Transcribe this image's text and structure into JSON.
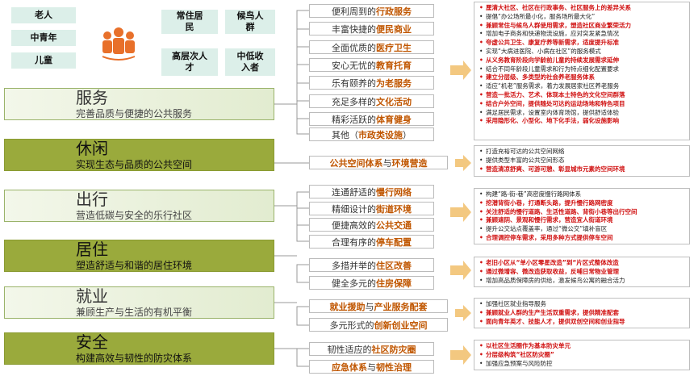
{
  "colors": {
    "accent": "#c05600",
    "red": "#d01010",
    "green_light": "#e7efd8",
    "green_dark": "#9aaa3c",
    "pop_bg": "#dcefe9",
    "icon": "#e8702a"
  },
  "populations_left": [
    "老人",
    "中青年",
    "儿童"
  ],
  "populations_right": [
    "常住居民",
    "候鸟人群",
    "高层次人才",
    "中低收入者"
  ],
  "categories": [
    {
      "title": "服务",
      "subtitle": "完善品质与便捷的公共服务",
      "items": [
        {
          "pre": "便利周到的",
          "hl": "行政服务",
          "post": ""
        },
        {
          "pre": "丰富快捷的",
          "hl": "便民商业",
          "post": ""
        },
        {
          "pre": "全面优质的",
          "hl": "医疗卫生",
          "post": ""
        },
        {
          "pre": "安心无忧的",
          "hl": "教育托育",
          "post": ""
        },
        {
          "pre": "乐有颐养的",
          "hl": "为老服务",
          "post": ""
        },
        {
          "pre": "充足多样的",
          "hl": "文化活动",
          "post": ""
        },
        {
          "pre": "精彩活跃的",
          "hl": "体育健身",
          "post": ""
        },
        {
          "pre": "其他（",
          "hl": "市政类设施",
          "post": "）"
        }
      ],
      "notes": [
        {
          "red": true,
          "text": "厘清大社区、社区在行政事务、社区服务上的差异关系"
        },
        {
          "red": false,
          "text": "提倡“办公场所最小化，服务场所最大化”"
        },
        {
          "red": true,
          "text": "兼顾常住与候鸟人群使用需求，塑造社区商业繁荣活力"
        },
        {
          "red": false,
          "text": "增加电子商务和快递物流设施，应对突发紧急情况"
        },
        {
          "red": true,
          "text": "夸虚公共卫生、康复疗养等新需求，适度提升标准"
        },
        {
          "red": false,
          "text": "实现“大病进医院、小病在社区”的服务模式"
        },
        {
          "red": true,
          "text": "从义务教育阶段向学龄前儿童的持续发展需求延伸"
        },
        {
          "red": false,
          "text": "结合不同年龄段儿童需求和行为特点细化配置要求"
        },
        {
          "red": true,
          "text": "建立分层级、多类型的社会养老服务体系"
        },
        {
          "red": false,
          "text": "适应“机老”服务需求，着力发展居家社区养老服务"
        },
        {
          "red": true,
          "text": "营造一批活力、艺术、体现本土特色的文化空间群落"
        },
        {
          "red": true,
          "text": "结合户外空间，提供随处可达的运动场地和特色项目"
        },
        {
          "red": false,
          "text": "满足居民需求，设置室内体育场馆，提供舒适体验"
        },
        {
          "red": true,
          "text": "采用隐形化、小型化、地下化手法，弱化设施影响"
        }
      ]
    },
    {
      "title": "休闲",
      "subtitle": "实现生态与品质的公共空间",
      "items": [
        {
          "pre": "",
          "hl": "公共空间体系",
          "post": "与",
          "hl2": "环境营造"
        }
      ],
      "notes": [
        {
          "red": false,
          "text": "打造充裕可达的公共空间网络"
        },
        {
          "red": false,
          "text": "提供类型丰富的公共空间形态"
        },
        {
          "red": true,
          "text": "营造清凉舒爽、可游可憩、彰显城市元素的空间环境"
        }
      ]
    },
    {
      "title": "出行",
      "subtitle": "营造低碳与安全的乐行社区",
      "items": [
        {
          "pre": "连通舒适的",
          "hl": "慢行网络",
          "post": ""
        },
        {
          "pre": "精细设计的",
          "hl": "街道环境",
          "post": ""
        },
        {
          "pre": "便捷高效的",
          "hl": "公共交通",
          "post": ""
        },
        {
          "pre": "合理有序的",
          "hl": "停车配置",
          "post": ""
        }
      ],
      "notes": [
        {
          "red": false,
          "text": "构建“路-街-巷”高密度慢行路网体系"
        },
        {
          "red": true,
          "text": "挖潜背街小巷，打通断头路，提升慢行路网密度"
        },
        {
          "red": true,
          "text": "关注舒适的慢行道路、生活性道路、背街小巷等出行空间"
        },
        {
          "red": true,
          "text": "兼顾遮阴、景观和慢行需求，营造宜人街道环境"
        },
        {
          "red": false,
          "text": "提升公交站点覆盖率，通过“微公交”填补盲区"
        },
        {
          "red": true,
          "text": "合理调控停车需求，采用多种方式提供停车空间"
        }
      ]
    },
    {
      "title": "居住",
      "subtitle": "塑造舒适与和谐的居住环境",
      "items": [
        {
          "pre": "多措并举的",
          "hl": "住区改善",
          "post": ""
        },
        {
          "pre": "健全多元的",
          "hl": "住房保障",
          "post": ""
        }
      ],
      "notes": [
        {
          "red": true,
          "text": "老旧小区从“单小区零星改造”到“片区式整体改造"
        },
        {
          "red": true,
          "text": "通过微增容、微改造获取收益，反哺日常物业管理"
        },
        {
          "red": false,
          "text": "增加高品质保障房的供给，激发候鸟公寓的融合活力"
        }
      ]
    },
    {
      "title": "就业",
      "subtitle": "兼顾生产与生活的有机平衡",
      "items": [
        {
          "pre": "",
          "hl": "就业援助",
          "post": "与",
          "hl2": "产业服务配套"
        },
        {
          "pre": "多元形式的",
          "hl": "创新创业空间",
          "post": ""
        }
      ],
      "notes": [
        {
          "red": false,
          "text": "加强社区就业指导服务"
        },
        {
          "red": true,
          "text": "兼顾就业人群的生产生活双重需求，提供精准配套"
        },
        {
          "red": true,
          "text": "面向青年英才、技能人才，提供双创空间和创业指导"
        }
      ]
    },
    {
      "title": "安全",
      "subtitle": "构建高效与韧性的防灾体系",
      "items": [
        {
          "pre": "韧性适应的",
          "hl": "社区防灾圈",
          "post": ""
        },
        {
          "pre": "",
          "hl": "应急体系",
          "post": "与",
          "hl2": "韧性治理"
        }
      ],
      "notes": [
        {
          "red": true,
          "text": "以社区生活圈作为基本防灾单元"
        },
        {
          "red": true,
          "text": "分层级构筑“社区防灾圈”"
        },
        {
          "red": false,
          "text": "加强应急预案与风险防控"
        }
      ]
    }
  ]
}
